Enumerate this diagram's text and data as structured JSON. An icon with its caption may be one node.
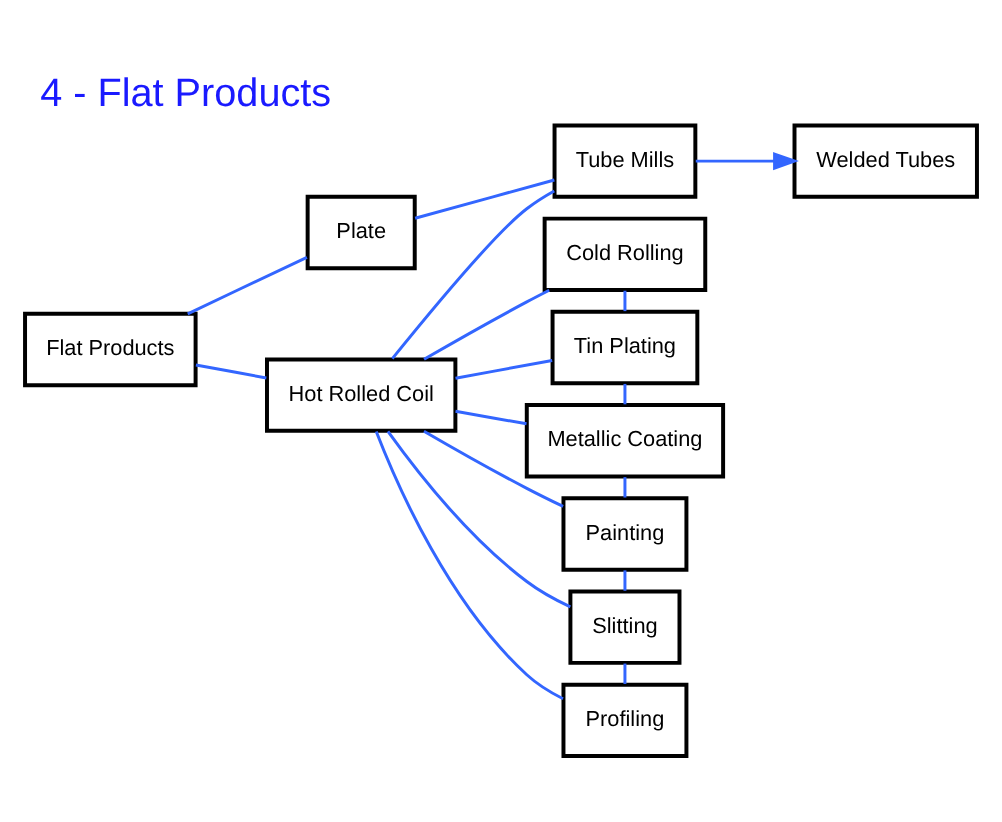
{
  "diagram": {
    "title": "4 - Flat Products",
    "nodes": [
      {
        "text": [
          "Flat Products"
        ]
      },
      {
        "text": [
          "Plate"
        ]
      },
      {
        "text": [
          "Hot Rolled Coil"
        ]
      },
      {
        "text": [
          "Tube Mills"
        ]
      },
      {
        "text": [
          "Welded Tubes"
        ]
      },
      {
        "text": [
          "Cold Rolling"
        ]
      },
      {
        "text": [
          "Tin Plating"
        ]
      },
      {
        "text": [
          "Metallic Coating"
        ]
      },
      {
        "text": [
          "Painting"
        ]
      },
      {
        "text": [
          "Slitting"
        ]
      },
      {
        "text": [
          "Profiling"
        ]
      }
    ],
    "edges": [
      {
        "from": 0,
        "to": 1,
        "arrow": "none"
      },
      {
        "from": 0,
        "to": 2,
        "arrow": "none"
      },
      {
        "from": 1,
        "to": 3,
        "arrow": "none"
      },
      {
        "from": 2,
        "to": 3,
        "arrow": "none"
      },
      {
        "from": 3,
        "to": 4,
        "arrow": "to"
      },
      {
        "from": 2,
        "to": 5,
        "arrow": "none"
      },
      {
        "from": 2,
        "to": 6,
        "arrow": "none"
      },
      {
        "from": 2,
        "to": 7,
        "arrow": "none"
      },
      {
        "from": 2,
        "to": 8,
        "arrow": "none"
      },
      {
        "from": 2,
        "to": 9,
        "arrow": "none"
      },
      {
        "from": 2,
        "to": 10,
        "arrow": "none"
      },
      {
        "from": 5,
        "to": 6,
        "arrow": "none"
      },
      {
        "from": 6,
        "to": 7,
        "arrow": "none"
      },
      {
        "from": 7,
        "to": 8,
        "arrow": "none"
      },
      {
        "from": 8,
        "to": 9,
        "arrow": "none"
      },
      {
        "from": 9,
        "to": 10,
        "arrow": "none"
      }
    ]
  }
}
